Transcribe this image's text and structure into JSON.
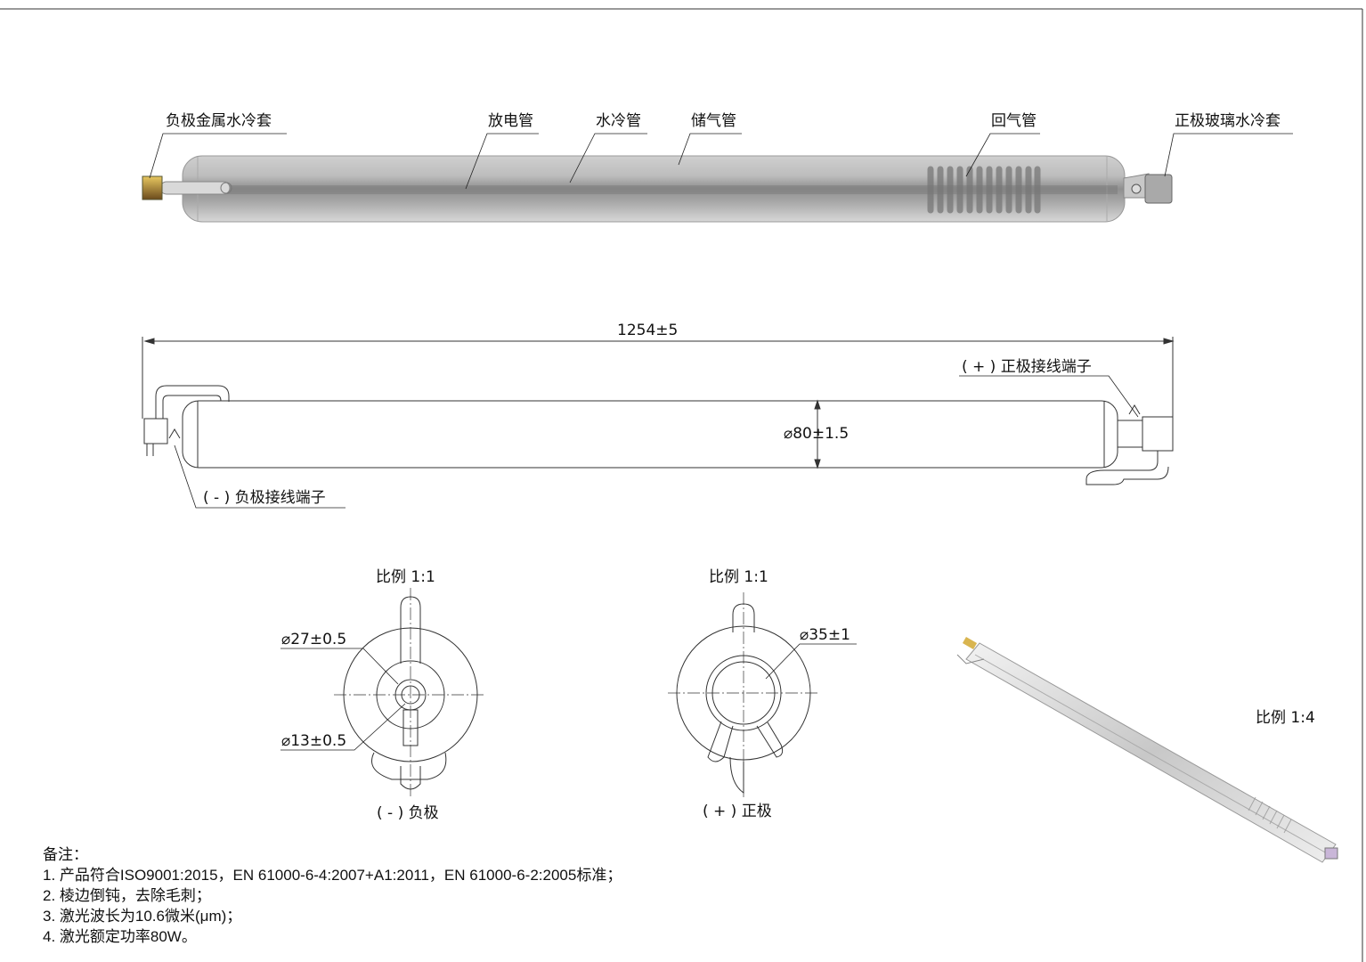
{
  "top_view": {
    "labels": {
      "cathode_jacket": "负极金属水冷套",
      "discharge_tube": "放电管",
      "water_cooling_tube": "水冷管",
      "gas_storage_tube": "储气管",
      "gas_return_tube": "回气管",
      "anode_jacket": "正极玻璃水冷套"
    }
  },
  "side_view": {
    "length_dim": "1254±5",
    "diameter_dim": "⌀80±1.5",
    "anode_terminal": "( + ) 正极接线端子",
    "cathode_terminal": "( - ) 负极接线端子"
  },
  "end_views": [
    {
      "scale": "比例 1:1",
      "dims": [
        "⌀27±0.5",
        "⌀13±0.5"
      ],
      "caption": "( - ) 负极"
    },
    {
      "scale": "比例 1:1",
      "dims": [
        "⌀35±1"
      ],
      "caption": "( + ) 正极"
    }
  ],
  "iso_view": {
    "scale": "比例 1:4"
  },
  "notes": {
    "title": "备注：",
    "items": [
      "1. 产品符合ISO9001:2015，EN 61000-6-4:2007+A1:2011，EN 61000-6-2:2005标准；",
      "2. 棱边倒钝，去除毛刺；",
      "3. 激光波长为10.6微米(μm)；",
      "4. 激光额定功率80W。"
    ]
  }
}
